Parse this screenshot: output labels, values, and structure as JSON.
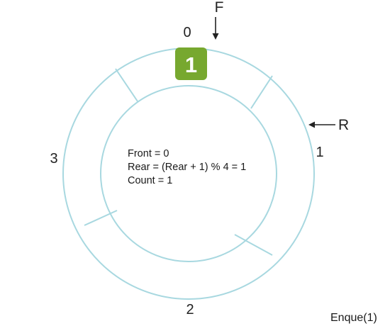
{
  "queue": {
    "slot_labels": [
      "0",
      "1",
      "2",
      "3"
    ],
    "filled_slot_value": "1",
    "filled_slot_color": "#77a82f",
    "ring_color": "#a8d8e0"
  },
  "pointers": {
    "front_label": "F",
    "rear_label": "R"
  },
  "state": {
    "front_line": "Front = 0",
    "rear_line": "Rear = (Rear + 1) % 4 = 1",
    "count_line": "Count = 1"
  },
  "operation": "Enque(1)"
}
